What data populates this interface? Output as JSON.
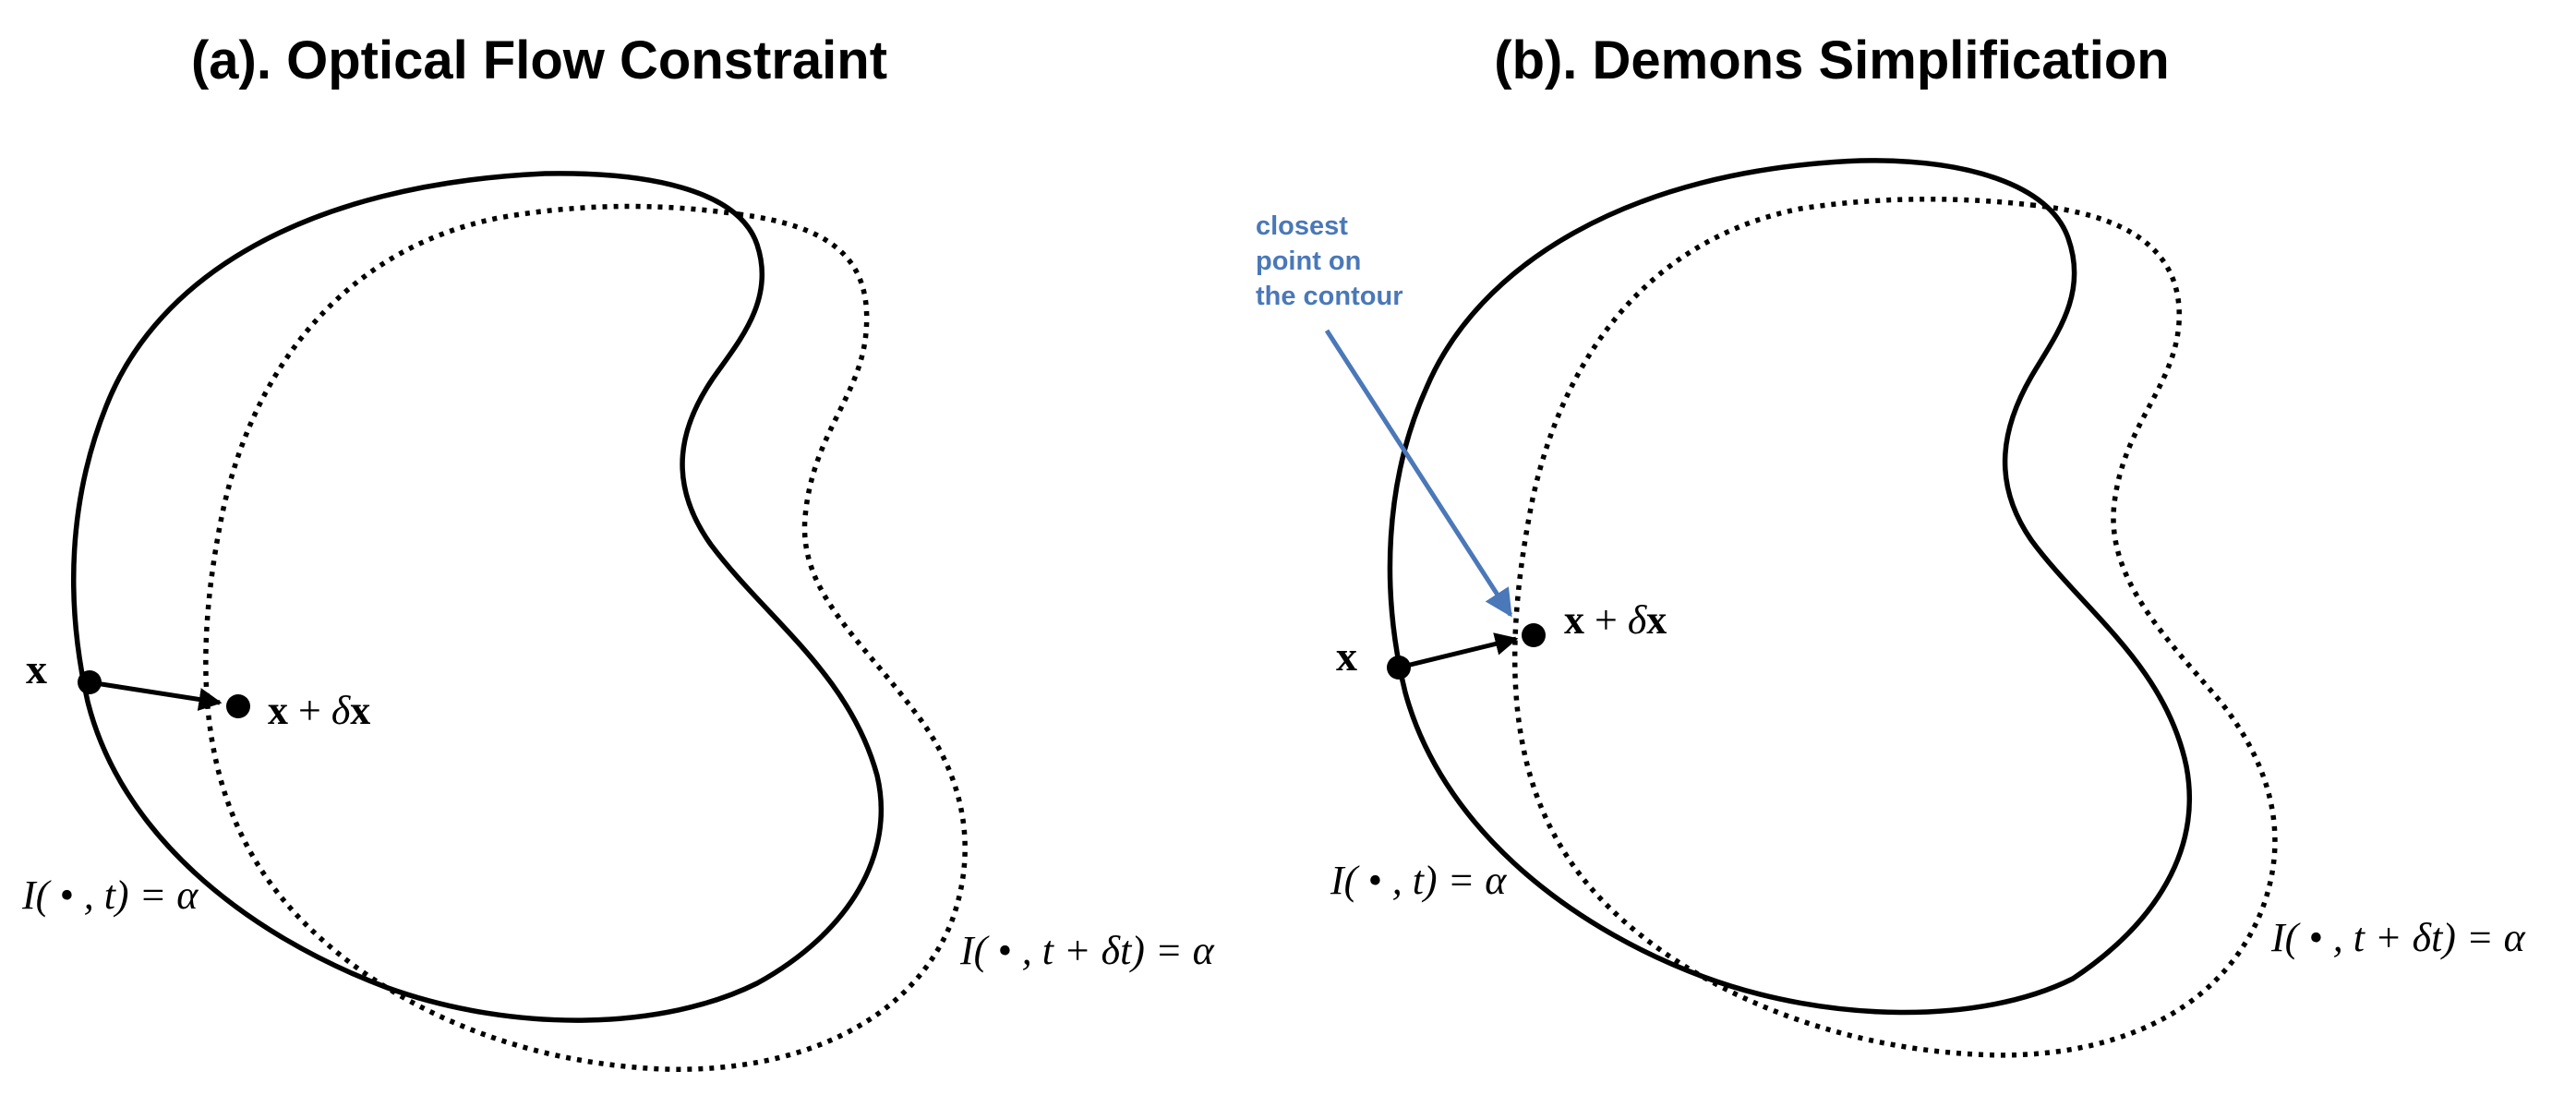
{
  "panel_a": {
    "title": "(a). Optical Flow Constraint",
    "point_x_label": "x",
    "point_x_dx_label_bold_x": "x",
    "point_x_dx_label_plus": " + ",
    "point_x_dx_label_delta": "δ",
    "point_x_dx_label_bold_x2": "x",
    "contour_t_label": "I( • , t) = α",
    "contour_t_dt_label": "I( • , t + δt) = α"
  },
  "panel_b": {
    "title": "(b). Demons Simplification",
    "point_x_label": "x",
    "point_x_dx_label_bold_x": "x",
    "point_x_dx_label_plus": " + ",
    "point_x_dx_label_delta": "δ",
    "point_x_dx_label_bold_x2": "x",
    "contour_t_label": "I( • , t) = α",
    "contour_t_dt_label": "I( • , t + δt) = α",
    "annotation_lines": [
      "closest",
      "point on",
      "the contour"
    ]
  },
  "colors": {
    "annotation": "#4a78b8",
    "ink": "#000000"
  }
}
